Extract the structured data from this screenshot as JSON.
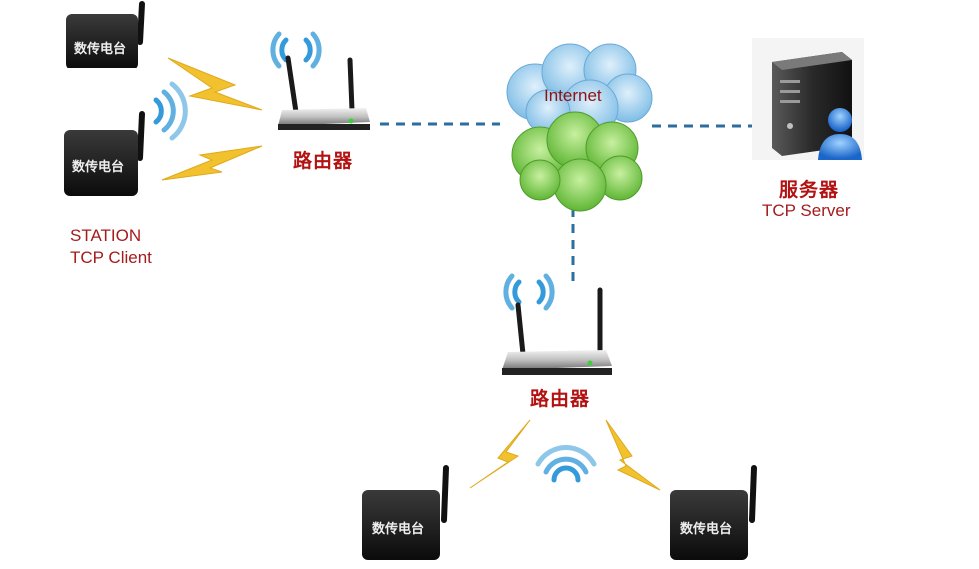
{
  "devices": {
    "label": "数传电台"
  },
  "routers": {
    "label": "路由器"
  },
  "cloud": {
    "label": "Internet"
  },
  "server": {
    "label": "服务器",
    "role": "TCP Server"
  },
  "station": {
    "line1": "STATION",
    "line2": "TCP Client"
  },
  "colors": {
    "label_red": "#b31212",
    "link_blue": "#2b6f9e",
    "signal_yellow": "#f2c12e",
    "wifi_blue": "#1e8fd6",
    "cloud_blue": "#8fc6e8",
    "cloud_green": "#7cc94a"
  }
}
